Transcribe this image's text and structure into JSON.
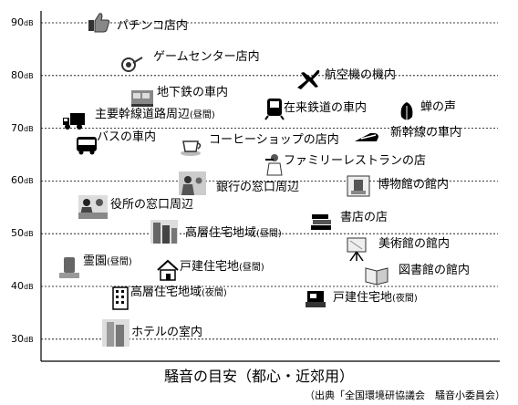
{
  "chart_data": {
    "type": "scatter",
    "title": "騒音の目安（都心・近郊用）",
    "source": "（出典「全国環境研協議会　騒音小委員会）",
    "y_unit": "dB",
    "ylim": [
      25,
      95
    ],
    "y_ticks": [
      90,
      80,
      70,
      60,
      50,
      40,
      30
    ],
    "grid": "horizontal-dashed",
    "points": [
      {
        "label": "パチンコ店内",
        "note": "",
        "y": 89,
        "icon": "thumbs-up-icon"
      },
      {
        "label": "ゲームセンター店内",
        "note": "",
        "y": 84,
        "icon": "game-target-icon"
      },
      {
        "label": "航空機の機内",
        "note": "",
        "y": 80,
        "icon": "airplane-icon"
      },
      {
        "label": "地下鉄の車内",
        "note": "",
        "y": 76,
        "icon": "subway-icon"
      },
      {
        "label": "主要幹線道路周辺",
        "note": "(昼間)",
        "y": 73,
        "icon": "truck-icon"
      },
      {
        "label": "在来鉄道の車内",
        "note": "",
        "y": 73,
        "icon": "train-icon"
      },
      {
        "label": "蝉の声",
        "note": "",
        "y": 74,
        "icon": "cicada-icon"
      },
      {
        "label": "バスの車内",
        "note": "",
        "y": 67,
        "icon": "bus-icon"
      },
      {
        "label": "コーヒーショップの店内",
        "note": "",
        "y": 67,
        "icon": "coffee-cup-icon"
      },
      {
        "label": "新幹線の車内",
        "note": "",
        "y": 68,
        "icon": "shinkansen-icon"
      },
      {
        "label": "ファミリーレストランの店",
        "note": "",
        "y": 63,
        "icon": "waiter-icon"
      },
      {
        "label": "銀行の窓口周辺",
        "note": "",
        "y": 59,
        "icon": "bank-teller-icon"
      },
      {
        "label": "博物館の館内",
        "note": "",
        "y": 59,
        "icon": "museum-exhibit-icon"
      },
      {
        "label": "役所の窓口周辺",
        "note": "",
        "y": 56,
        "icon": "office-counter-icon"
      },
      {
        "label": "書店の店",
        "note": "",
        "y": 51,
        "icon": "books-icon"
      },
      {
        "label": "高層住宅地域",
        "note": "(昼間)",
        "y": 49,
        "icon": "high-rise-icon"
      },
      {
        "label": "美術館の館内",
        "note": "",
        "y": 47,
        "icon": "easel-icon"
      },
      {
        "label": "霊園",
        "note": "(昼間)",
        "y": 45,
        "icon": "gravestone-icon"
      },
      {
        "label": "戸建住宅地",
        "note": "(昼間)",
        "y": 44,
        "icon": "house-icon"
      },
      {
        "label": "図書館の館内",
        "note": "",
        "y": 42,
        "icon": "open-book-icon"
      },
      {
        "label": "高層住宅地域",
        "note": "(夜間)",
        "y": 38,
        "icon": "apartment-icon"
      },
      {
        "label": "戸建住宅地",
        "note": "(夜間)",
        "y": 38,
        "icon": "bed-icon"
      },
      {
        "label": "ホテルの室内",
        "note": "",
        "y": 31,
        "icon": "hotel-icon"
      }
    ]
  }
}
